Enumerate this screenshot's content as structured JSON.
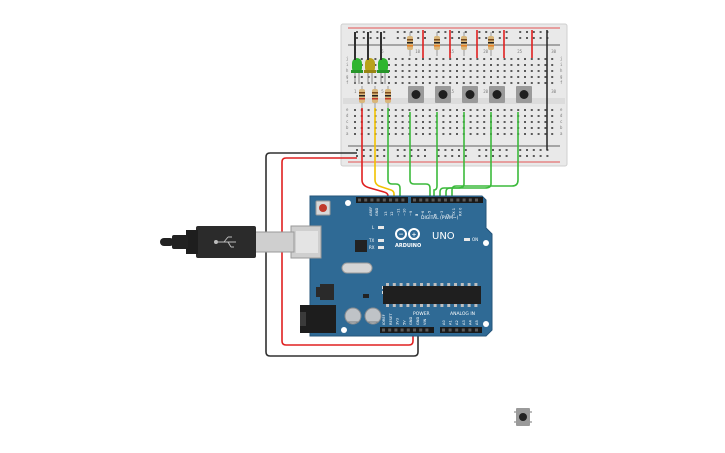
{
  "board": {
    "digital_label": "DIGITAL (PWM~)",
    "brand": "ARDUINO",
    "model": "UNO",
    "power_label": "POWER",
    "analog_label": "ANALOG IN",
    "led_label": "L",
    "tx_label": "TX",
    "rx_label": "RX",
    "on_label": "ON",
    "aref_label": "AREF",
    "gnd_label": "GND",
    "digital_pins": [
      "13",
      "12",
      "~11",
      "~10",
      "~9",
      "8",
      "7",
      "~6",
      "~5",
      "4",
      "~3",
      "2",
      "TX 1",
      "RX 0"
    ],
    "power_pins": [
      "IOREF",
      "RESET",
      "3V3",
      "5V",
      "GND",
      "GND",
      "VIN"
    ],
    "analog_pins": [
      "A0",
      "A1",
      "A2",
      "A3",
      "A4",
      "A5"
    ]
  },
  "breadboard": {
    "row_letters_top": [
      "j",
      "i",
      "h",
      "g",
      "f"
    ],
    "row_letters_bottom": [
      "e",
      "d",
      "c",
      "b",
      "a"
    ],
    "column_numbers": [
      "1",
      "5",
      "10",
      "15",
      "20",
      "25",
      "30"
    ]
  },
  "colors": {
    "board": "#2f6a95",
    "breadboard": "#e9e9e9",
    "wire_red": "#e02020",
    "wire_black": "#303030",
    "wire_yellow": "#f2c200",
    "wire_green": "#3cba3c",
    "led_green": "#2fb52f",
    "led_yellow": "#b9a21a"
  },
  "icons": {
    "usb_cable": "usb-plug-icon",
    "loose_button": "pushbutton-icon"
  }
}
